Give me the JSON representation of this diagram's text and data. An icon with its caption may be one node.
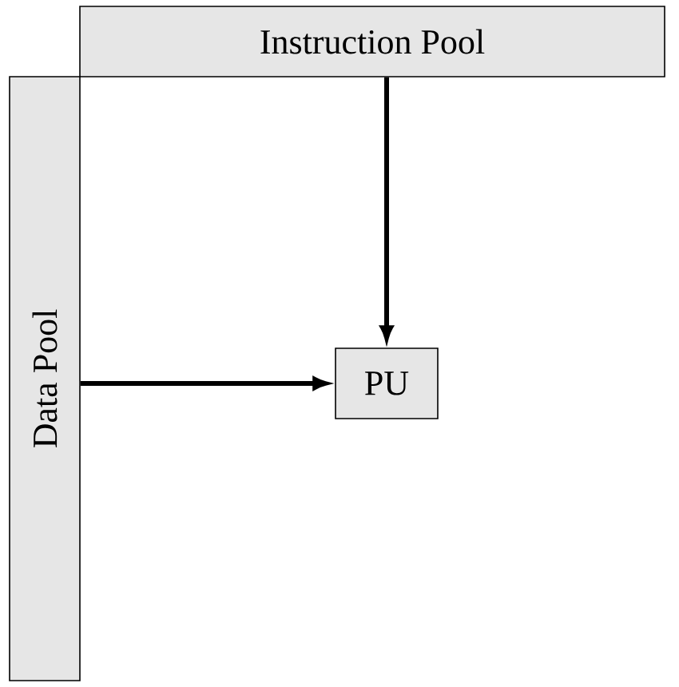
{
  "diagram": {
    "nodes": [
      {
        "text": [
          "Instruction Pool"
        ]
      },
      {
        "text": [
          "Data Pool"
        ]
      },
      {
        "text": [
          "PU"
        ]
      }
    ],
    "edges": [
      {
        "from": 0,
        "to": 2,
        "arrow": "to"
      },
      {
        "from": 1,
        "to": 2,
        "arrow": "to"
      }
    ]
  }
}
